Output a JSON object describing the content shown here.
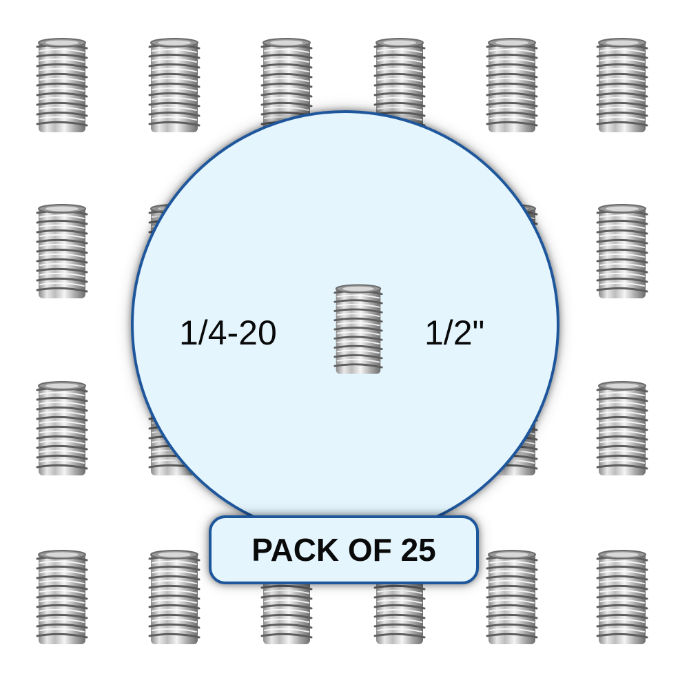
{
  "product": {
    "thread_size": "1/4-20",
    "length": "1/2\"",
    "pack_label": "PACK OF 25"
  },
  "colors": {
    "badge_fill": "#e4f5fd",
    "badge_border": "#1e569c",
    "text": "#0a0a0a",
    "metal_light": "#f2f2f2",
    "metal_dark": "#6e6e6e"
  },
  "icons": {
    "background_items": "threaded-insert-icon",
    "center_item": "threaded-insert-icon"
  }
}
